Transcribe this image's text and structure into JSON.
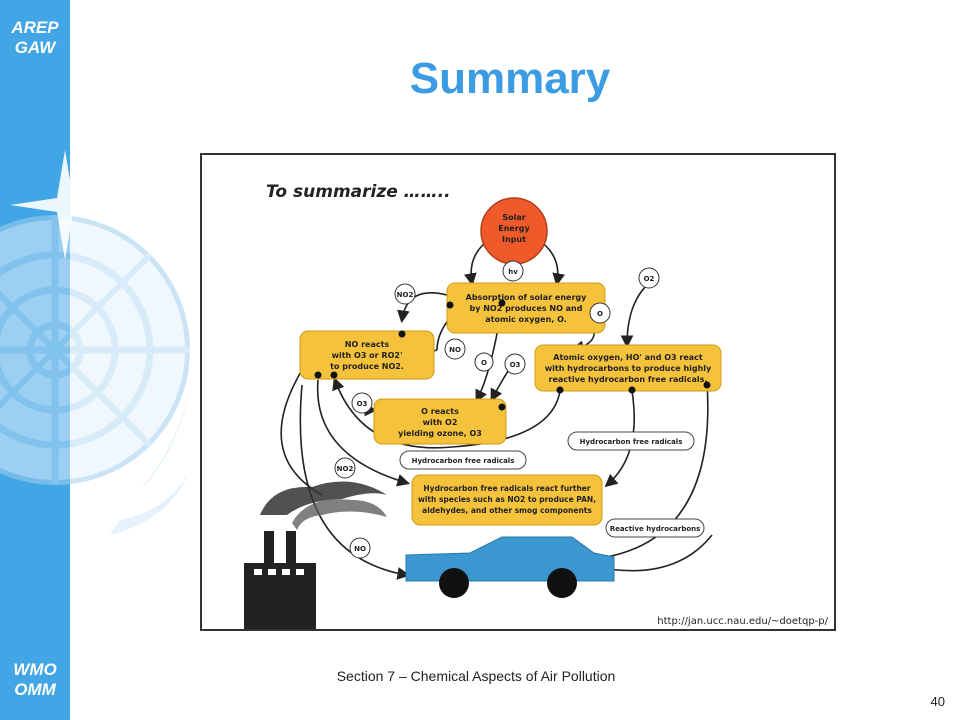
{
  "sidebar": {
    "logo_top": [
      "AREP",
      "GAW"
    ],
    "logo_bottom": [
      "WMO",
      "OMM"
    ]
  },
  "slide": {
    "title": "Summary",
    "footer": "Section 7 – Chemical Aspects of Air Pollution",
    "page_number": "40"
  },
  "diagram": {
    "heading": "To summarize ……..",
    "source_url": "http://jan.ucc.nau.edu/~doetqp-p/",
    "boxes": {
      "sun": [
        "Solar",
        "Energy",
        "Input"
      ],
      "absorption": [
        "Absorption of solar energy",
        "by NO2 produces NO and",
        "atomic oxygen, O."
      ],
      "no_reacts": [
        "NO reacts",
        "with O3 or RO2'",
        "to produce NO2."
      ],
      "atomic": [
        "Atomic oxygen, HO' and O3 react",
        "with hydrocarbons to produce highly",
        "reactive hydrocarbon free radicals."
      ],
      "o_reacts": [
        "O reacts",
        "with O2",
        "yielding ozone, O3"
      ],
      "radicals_react": [
        "Hydrocarbon free radicals react further",
        "with species such as NO2 to produce PAN,",
        "aldehydes, and other smog components"
      ]
    },
    "pill_labels": {
      "hc_radicals_left": "Hydrocarbon free radicals",
      "hc_radicals_right": "Hydrocarbon free radicals",
      "reactive_hc": "Reactive hydrocarbons"
    },
    "circle_labels": {
      "hv": "hv",
      "no2_top": "NO2",
      "o_right": "O",
      "o2_top": "O2",
      "no_mid": "NO",
      "o_mid": "O",
      "o3_mid": "O3",
      "o3_left": "O3",
      "no2_low": "NO2",
      "no_low": "NO"
    }
  }
}
